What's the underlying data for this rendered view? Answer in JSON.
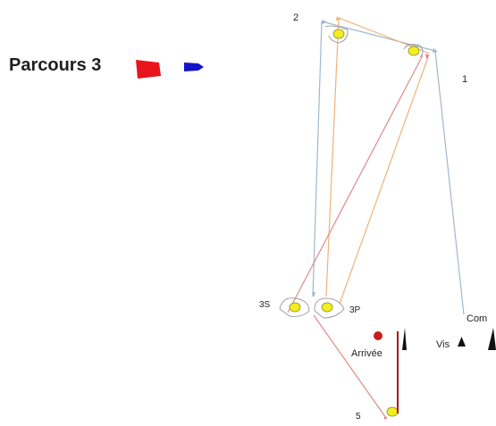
{
  "title": "Parcours 3",
  "flags": [
    {
      "name": "red-flag",
      "color": "#e8141c"
    },
    {
      "name": "blue-flag",
      "color": "#1414c8"
    }
  ],
  "colors": {
    "mark": "#f2ee1e",
    "mark_stroke": "#8a8a20",
    "finish_buoy": "#c81e1e",
    "line_blue": "#9fb8d0",
    "line_orange": "#f0b27a",
    "line_red": "#e08a8a",
    "finish_line": "#b01818",
    "text": "#1f1f1f"
  },
  "labels": {
    "mark_2": "2",
    "mark_1": "1",
    "gate_s": "3S",
    "gate_p": "3P",
    "mark_5": "5",
    "committee": "Com",
    "vis": "Vis",
    "arrivee": "Arrivée"
  }
}
